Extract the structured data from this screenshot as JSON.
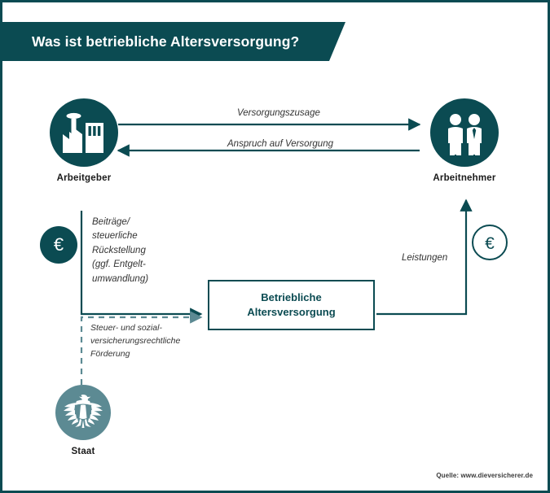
{
  "page": {
    "title": "Was ist betriebliche Altersversorgung?",
    "source": "Quelle: www.dieversicherer.de"
  },
  "colors": {
    "primary_dark_teal": "#0b4b52",
    "secondary_slate_teal": "#5c8a93",
    "background": "#ffffff",
    "text_dark": "#333333",
    "banner_text": "#ffffff"
  },
  "nodes": {
    "employer": {
      "label": "Arbeitgeber",
      "icon": "factory-icon"
    },
    "employee": {
      "label": "Arbeitnehmer",
      "icon": "two-people-icon"
    },
    "state": {
      "label": "Staat",
      "icon": "federal-eagle-icon"
    },
    "center": {
      "label": "Betriebliche\nAltersversorgung"
    }
  },
  "badges": {
    "euro_left": {
      "symbol": "€",
      "style": "filled"
    },
    "euro_right": {
      "symbol": "€",
      "style": "outlined"
    }
  },
  "flows": {
    "promise": {
      "label": "Versorgungszusage",
      "direction": "employer-to-employee"
    },
    "claim": {
      "label": "Anspruch auf Versorgung",
      "direction": "employee-to-employer"
    },
    "contributions": {
      "label": "Beiträge/\nsteuerliche\nRückstellung\n(ggf. Entgelt-\numwandlung)",
      "direction": "employer-to-center",
      "line_style": "solid"
    },
    "subsidy": {
      "label": "Steuer- und sozial-\nversicherungsrechtliche\nFörderung",
      "direction": "state-to-center",
      "line_style": "dashed"
    },
    "benefits": {
      "label": "Leistungen",
      "direction": "center-to-employee",
      "line_style": "solid"
    }
  }
}
